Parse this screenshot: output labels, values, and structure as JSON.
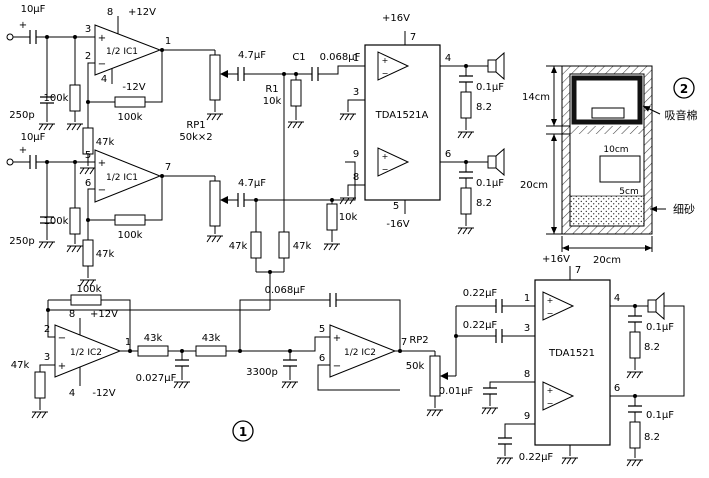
{
  "signs": {
    "plus": "+",
    "minus": "−"
  },
  "ch1": {
    "cin": "10μF",
    "pin_p": "3",
    "pin_n": "2",
    "pin_out": "1",
    "pin_vcc": "8",
    "vcc": "+12V",
    "pin_vee": "4",
    "vee": "-12V",
    "amp": "1/2 IC1",
    "r_bias": "100k",
    "c_bypass": "250p",
    "r_gnd": "47k",
    "r_fb": "100k"
  },
  "ch2": {
    "cin": "10μF",
    "pin_p": "5",
    "pin_n": "6",
    "pin_out": "7",
    "amp": "1/2 IC1",
    "r_bias": "100k",
    "c_bypass": "250p",
    "r_gnd": "47k",
    "r_fb": "100k"
  },
  "vol": {
    "name": "RP1",
    "value": "50k×2",
    "c_out1": "4.7μF",
    "c_out2": "4.7μF"
  },
  "front": {
    "c1_name": "C1",
    "c1_val": "0.068μF",
    "r1_name": "R1",
    "r1_val": "10k",
    "r2": "10k",
    "sum_l": "47k",
    "sum_r": "47k"
  },
  "tda_a": {
    "name": "TDA1521A",
    "vcc": "+16V",
    "vee": "-16V",
    "pin_vcc": "7",
    "pin_vee": "5",
    "pin_in1": "1",
    "pin_gnd": "3",
    "pin_in2": "9",
    "pin_inv": "8",
    "pin_out1": "4",
    "pin_out2": "6",
    "z1c": "0.1μF",
    "z1r": "8.2",
    "z2c": "0.1μF",
    "z2r": "8.2"
  },
  "sub": {
    "amp1": "1/2 IC2",
    "amp2": "1/2 IC2",
    "a1_pin_n": "2",
    "a1_pin_p": "3",
    "a1_out": "1",
    "a1_pin_vcc": "8",
    "a1_vcc": "+12V",
    "a1_pin_vee": "4",
    "a1_vee": "-12V",
    "r_fb": "100k",
    "r_gnd": "47k",
    "r1": "43k",
    "r2": "43k",
    "c1": "0.027μF",
    "c2": "3300p",
    "c_fb": "0.068μF",
    "a2_pin_p": "5",
    "a2_pin_n": "6",
    "a2_out": "7",
    "rp2": "RP2",
    "rp2_val": "50k"
  },
  "tda_b": {
    "name": "TDA1521",
    "vcc": "+16V",
    "pin_vcc": "7",
    "pin_in1": "1",
    "pin_in2": "3",
    "pin_8": "8",
    "pin_9": "9",
    "pin_out1": "4",
    "pin_out2": "6",
    "cin1": "0.22μF",
    "cin2": "0.22μF",
    "c8": "0.01μF",
    "c9": "0.22μF",
    "z1c": "0.1μF",
    "z1r": "8.2",
    "z2c": "0.1μF",
    "z2r": "8.2"
  },
  "figures": {
    "fig1": "1",
    "fig2": "2"
  },
  "box": {
    "h_top": "14cm",
    "h_bot": "20cm",
    "w_bot": "20cm",
    "port_w": "10cm",
    "port_h": "5cm",
    "cotton": "吸音棉",
    "sand": "细砂"
  }
}
